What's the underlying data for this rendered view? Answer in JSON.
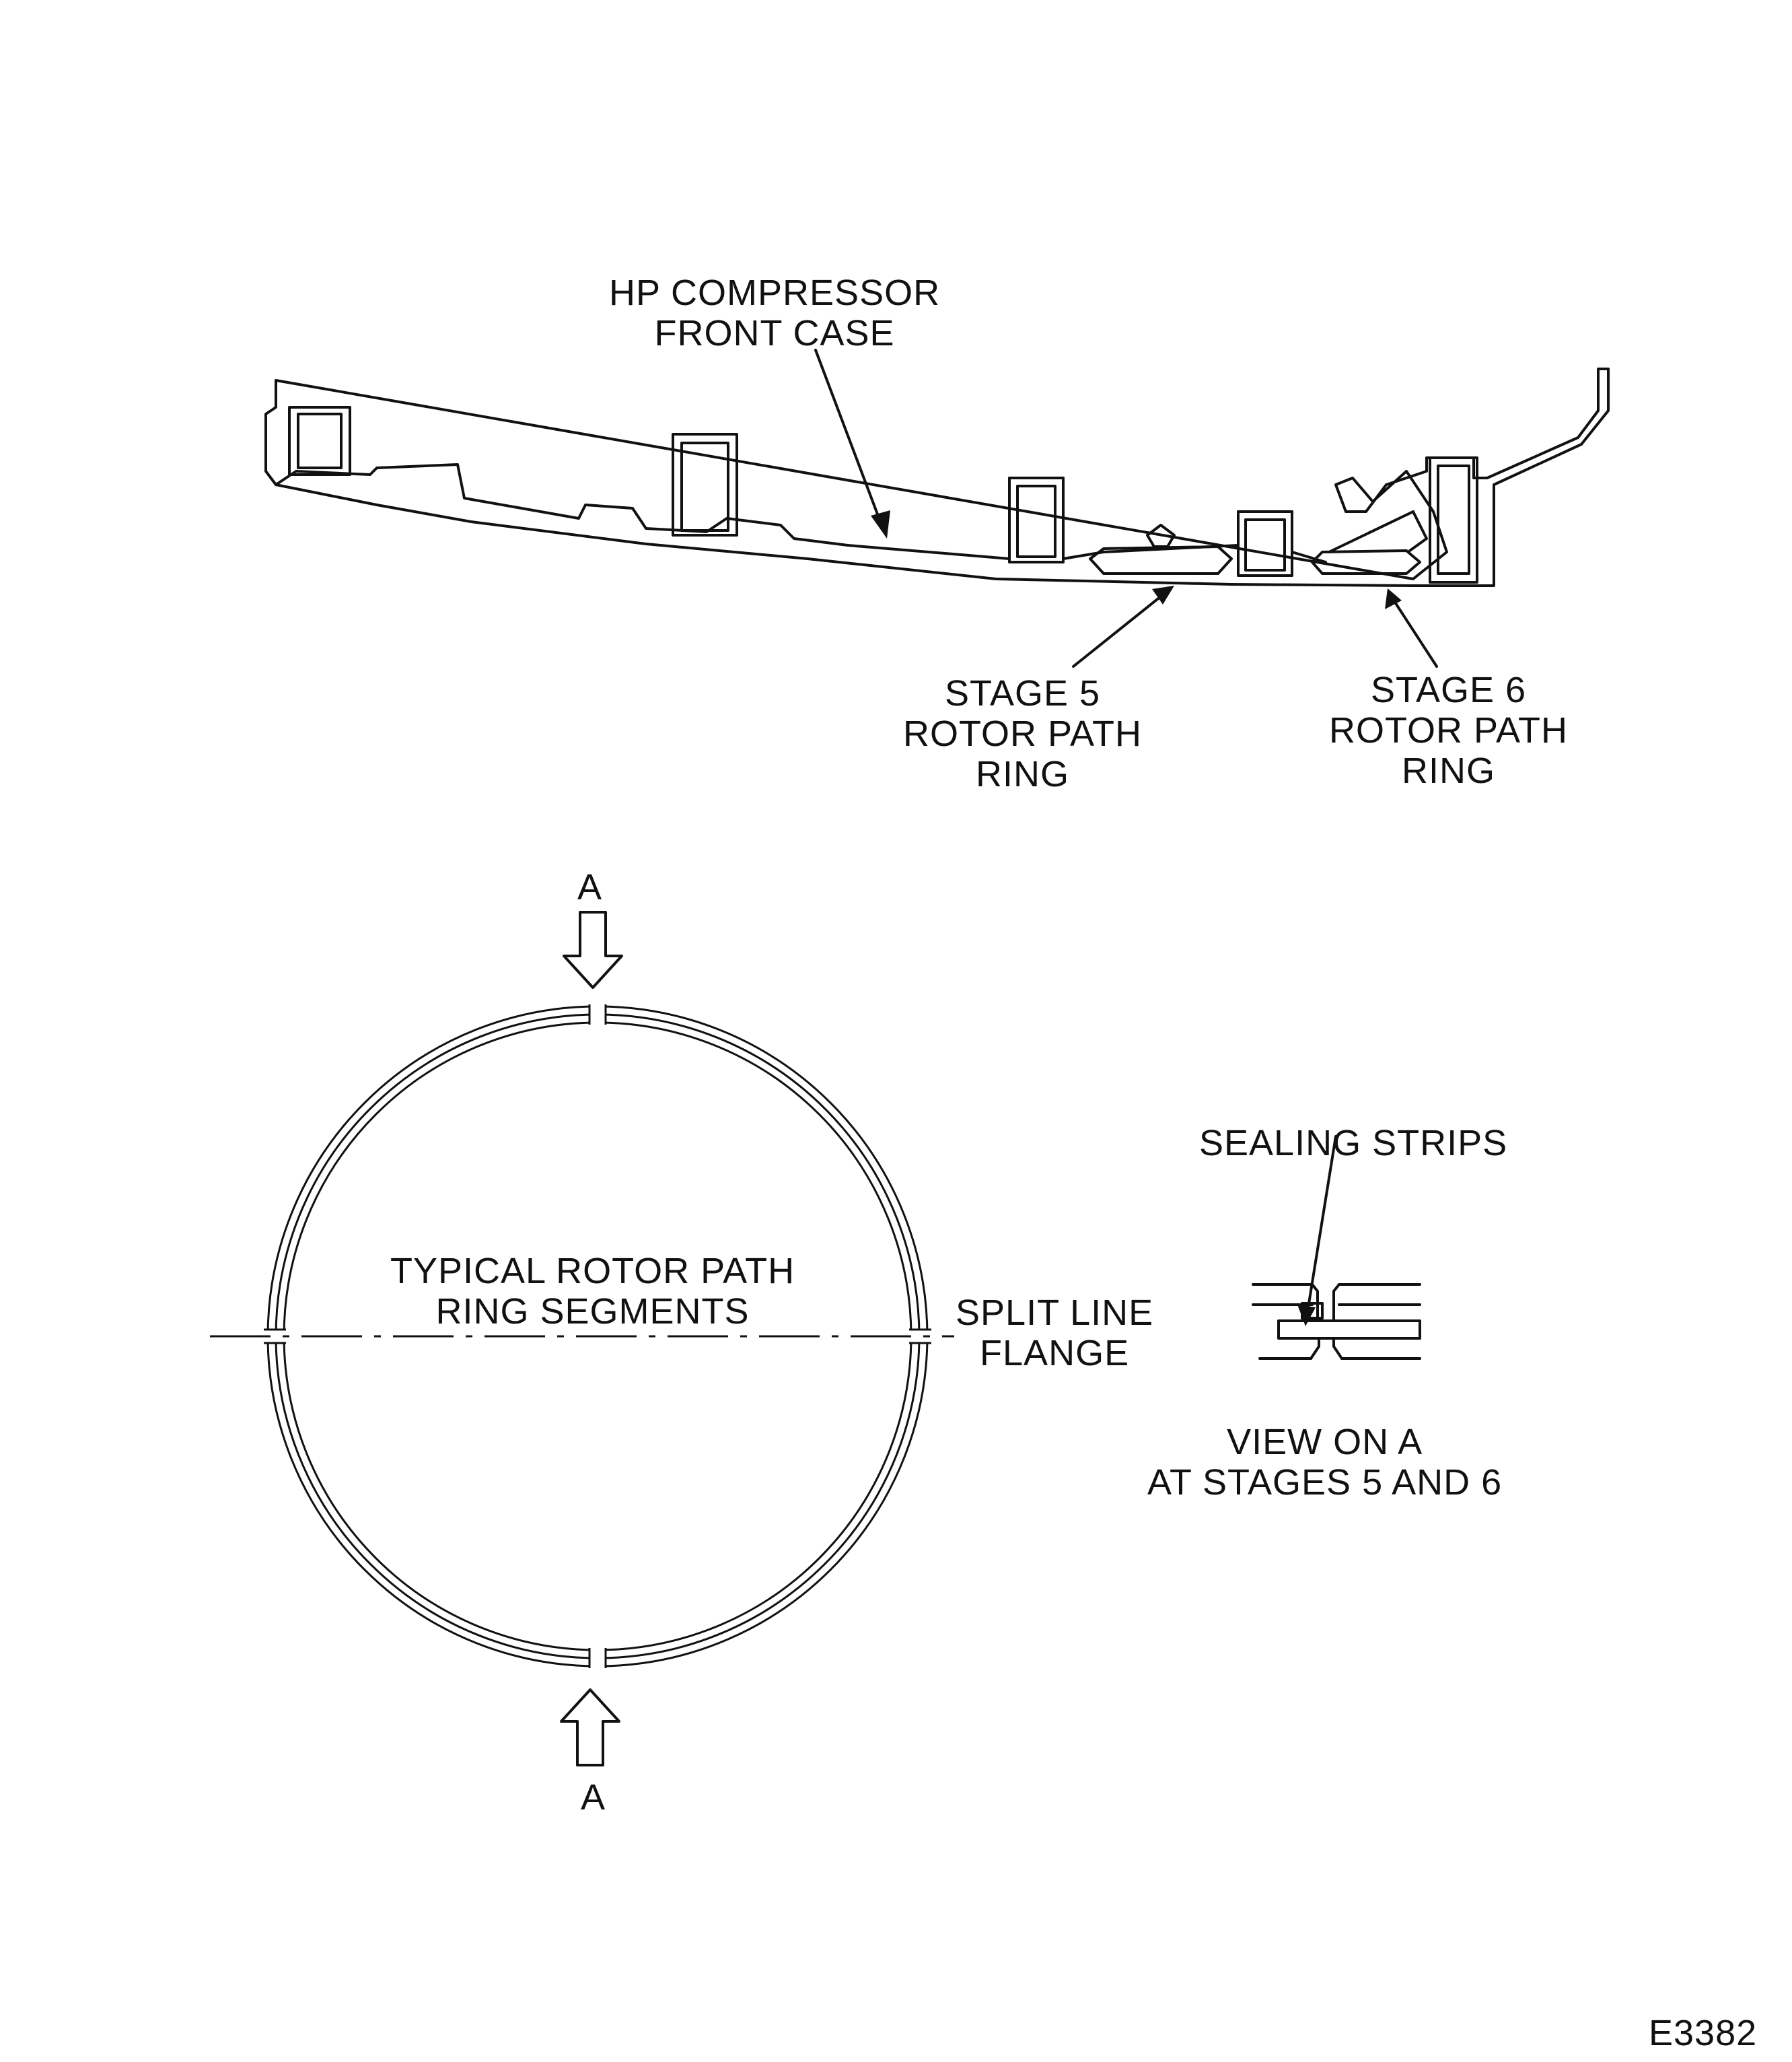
{
  "labels": {
    "front_case": [
      "HP COMPRESSOR",
      "FRONT CASE"
    ],
    "stage5": [
      "STAGE 5",
      "ROTOR PATH",
      "RING"
    ],
    "stage6": [
      "STAGE 6",
      "ROTOR PATH",
      "RING"
    ],
    "arrow_top": "A",
    "arrow_bottom": "A",
    "ring_segments": [
      "TYPICAL ROTOR PATH",
      "RING SEGMENTS"
    ],
    "split_line": [
      "SPLIT LINE",
      "FLANGE"
    ],
    "sealing_strips": "SEALING STRIPS",
    "view_on_a": [
      "VIEW ON A",
      "AT STAGES 5 AND 6"
    ],
    "figure_id": "E3382"
  }
}
